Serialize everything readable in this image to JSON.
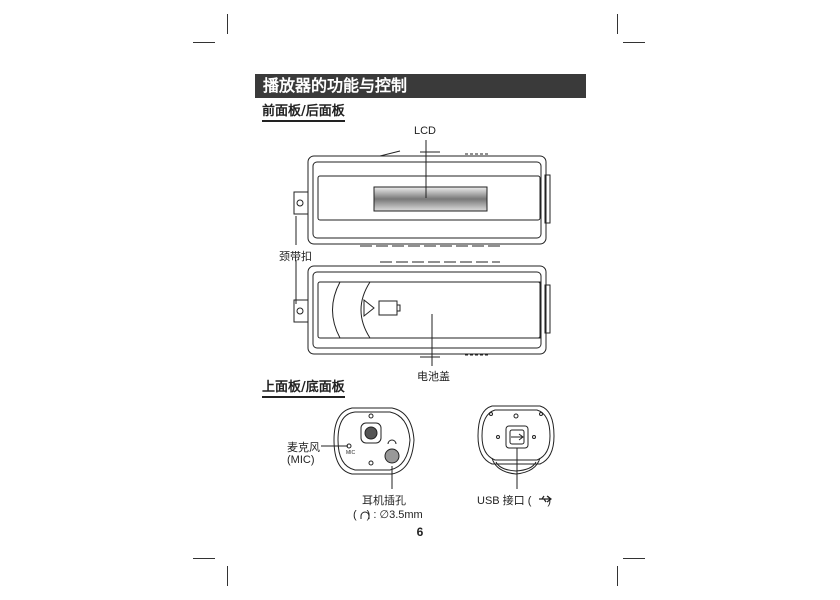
{
  "title": "播放器的功能与控制",
  "sections": {
    "front_back": "前面板/后面板",
    "top_bottom": "上面板/底面板"
  },
  "labels": {
    "lcd": "LCD",
    "neck_strap": "颈带扣",
    "battery_cover": "电池盖",
    "mic": "麦克风",
    "mic_paren": "(MIC)",
    "mic_small": "MIC",
    "earphone": "耳机插孔",
    "earphone_spec": "(",
    "earphone_spec2": ") : ∅3.5mm",
    "usb": "USB 接口 (",
    "usb_end": ")"
  },
  "page_number": "6"
}
